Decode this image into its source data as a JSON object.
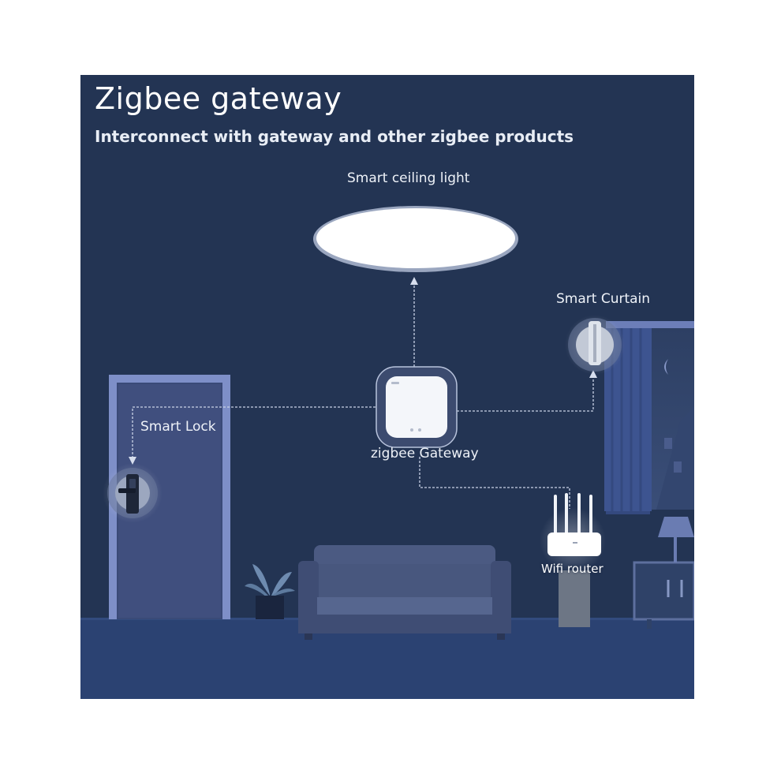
{
  "title": "Zigbee gateway",
  "subtitle": "Interconnect with gateway and other zigbee products",
  "devices": {
    "ceiling_light": {
      "label": "Smart ceiling light",
      "icon": "ceiling-light-icon"
    },
    "curtain": {
      "label": "Smart Curtain",
      "icon": "curtain-motor-icon"
    },
    "lock": {
      "label": "Smart Lock",
      "icon": "smart-lock-icon"
    },
    "gateway": {
      "label": "zigbee Gateway",
      "icon": "gateway-hub-icon"
    },
    "router": {
      "label": "Wifi router",
      "icon": "wifi-router-icon"
    }
  },
  "colors": {
    "background": "#233453",
    "floor": "#2b4272",
    "door_frame": "#7e8fc8",
    "connector": "#c9d2e6"
  }
}
